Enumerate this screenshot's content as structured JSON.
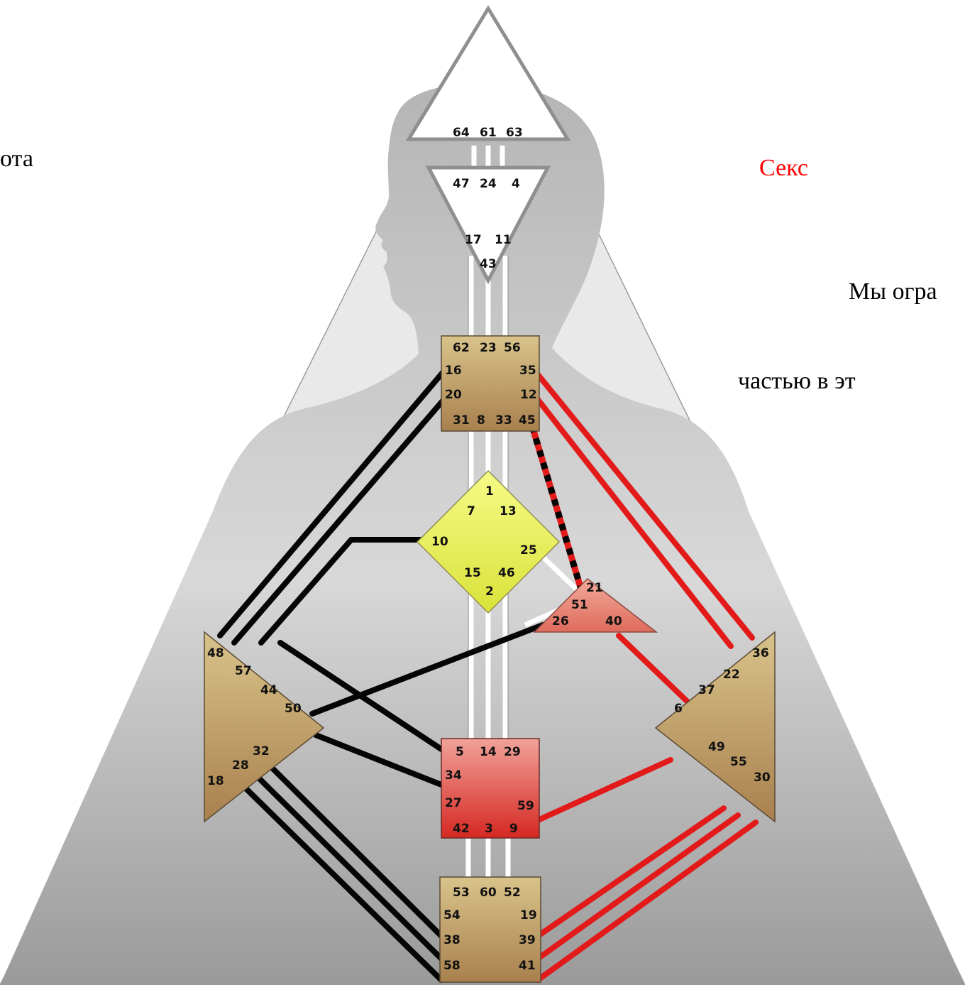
{
  "colors": {
    "defined_black": "#000000",
    "defined_red": "#e31a1a",
    "text_red": "#ff0000",
    "body_gray": "#bdbdbd",
    "center_brown": "#c3a574",
    "g_center": "#e8f35a",
    "heart": "#e77a6e",
    "sacral": "#dc3b34"
  },
  "side_texts": {
    "left": "ота",
    "sex": "Секс",
    "right1": "Мы огра",
    "right2": "частью в эт"
  },
  "centers": {
    "head": [
      "64",
      "61",
      "63"
    ],
    "ajna": [
      "47",
      "24",
      "4",
      "17",
      "11",
      "43"
    ],
    "throat": [
      "62",
      "23",
      "56",
      "16",
      "35",
      "20",
      "12",
      "31",
      "8",
      "33",
      "45"
    ],
    "g": [
      "1",
      "7",
      "13",
      "10",
      "25",
      "15",
      "46",
      "2"
    ],
    "heart": [
      "21",
      "51",
      "26",
      "40"
    ],
    "spleen": [
      "48",
      "57",
      "44",
      "50",
      "32",
      "28",
      "18"
    ],
    "solar": [
      "36",
      "22",
      "37",
      "6",
      "49",
      "55",
      "30"
    ],
    "sacral": [
      "5",
      "14",
      "29",
      "34",
      "27",
      "59",
      "42",
      "3",
      "9"
    ],
    "root": [
      "53",
      "60",
      "52",
      "54",
      "19",
      "38",
      "39",
      "58",
      "41"
    ]
  },
  "channels": {
    "black": [
      "16-48",
      "20-57",
      "10-57",
      "26-44",
      "27-50",
      "32-54",
      "28-38",
      "18-58",
      "34-57"
    ],
    "red": [
      "35-36",
      "12-22",
      "37-40",
      "6-59",
      "19-49",
      "39-55",
      "30-41"
    ],
    "striped": [
      "45-21"
    ]
  }
}
